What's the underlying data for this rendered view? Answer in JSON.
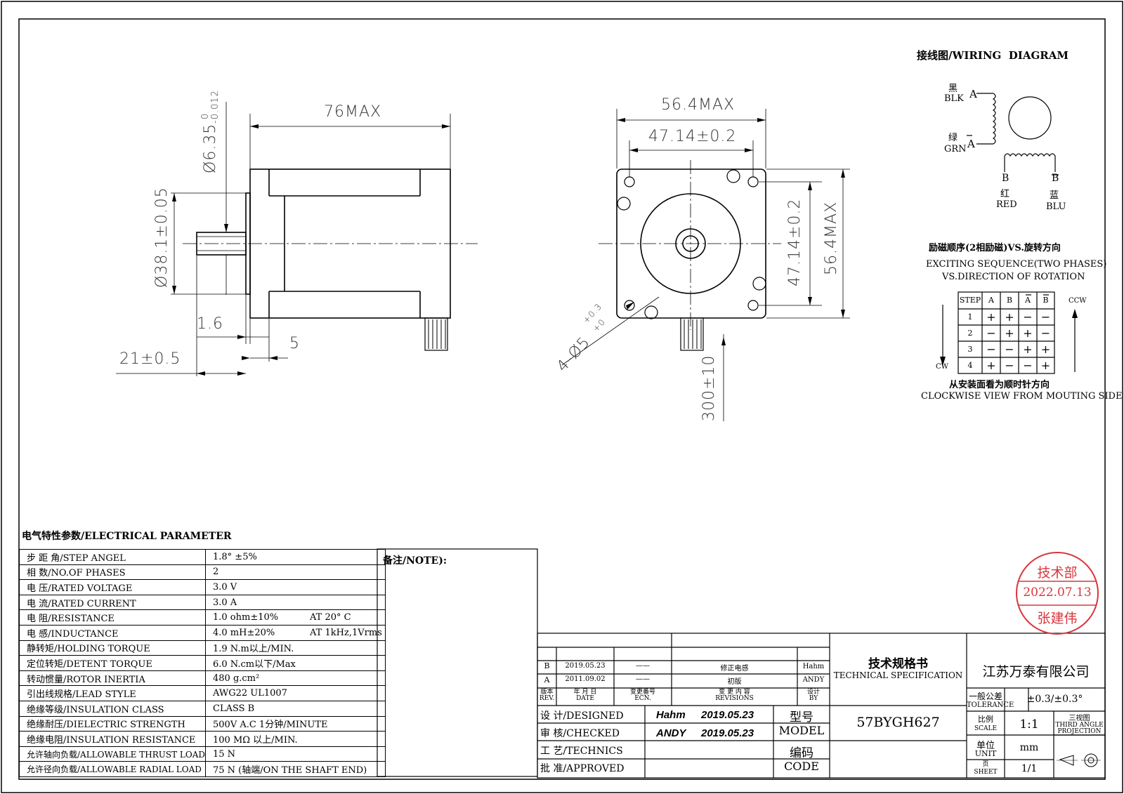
{
  "side_view": {
    "dim_length": "76MAX",
    "dim_shaft": "Ø6.35",
    "dim_shaft_tol_upper": "0",
    "dim_shaft_tol_lower": "-0.012",
    "dim_pilot": "Ø38.1±0.05",
    "dim_flange": "1.6",
    "dim_shaft_len": "21±0.5",
    "dim_pilot_len": "5"
  },
  "front_view": {
    "dim_width": "56.4MAX",
    "dim_hole_spacing": "47.14±0.2",
    "dim_hole_spacing_v": "47.14±0.2",
    "dim_height": "56.4MAX",
    "dim_holes": "4-Ø5",
    "dim_holes_tol_upper": "+0.3",
    "dim_holes_tol_lower": "+0",
    "dim_lead": "300±10"
  },
  "wiring": {
    "title": "接线图/WIRING  DIAGRAM",
    "blk_cn": "黑",
    "blk": "BLK",
    "a": "A",
    "grn_cn": "绿",
    "grn": "GRN",
    "a_bar": "A",
    "b": "B",
    "red_cn": "红",
    "red": "RED",
    "b_bar": "B",
    "blu_cn": "蓝",
    "blu": "BLU"
  },
  "sequence": {
    "title_cn": "励磁顺序(2相励磁)VS.旋转方向",
    "title_en1": "EXCITING SEQUENCE(TWO PHASES)",
    "title_en2": "VS.DIRECTION OF ROTATION",
    "headers": [
      "STEP",
      "A",
      "B",
      "A",
      "B"
    ],
    "rows": [
      [
        "1",
        "+",
        "+",
        "−",
        "−"
      ],
      [
        "2",
        "−",
        "+",
        "+",
        "−"
      ],
      [
        "3",
        "−",
        "−",
        "+",
        "+"
      ],
      [
        "4",
        "+",
        "−",
        "−",
        "+"
      ]
    ],
    "ccw": "CCW",
    "cw": "CW",
    "footer_cn": "从安装面看为顺时针方向",
    "footer_en": "CLOCKWISE VIEW FROM MOUTING SIDE"
  },
  "electrical": {
    "title": "电气特性参数/ELECTRICAL PARAMETER",
    "note_label": "备注/NOTE):",
    "rows": [
      {
        "label": "步 距 角/STEP ANGEL",
        "value": "1.8° ±5%",
        "extra": ""
      },
      {
        "label": "相    数/NO.OF PHASES",
        "value": "2",
        "extra": ""
      },
      {
        "label": "电    压/RATED VOLTAGE",
        "value": "3.0 V",
        "extra": ""
      },
      {
        "label": "电    流/RATED CURRENT",
        "value": "3.0 A",
        "extra": ""
      },
      {
        "label": "电    阻/RESISTANCE",
        "value": "1.0 ohm±10%",
        "extra": "AT 20° C"
      },
      {
        "label": "电    感/INDUCTANCE",
        "value": "4.0 mH±20%",
        "extra": "AT 1kHz,1Vrms"
      },
      {
        "label": "静转矩/HOLDING TORQUE",
        "value": "1.9 N.m以上/MIN.",
        "extra": ""
      },
      {
        "label": "定位转矩/DETENT TORQUE",
        "value": "6.0 N.cm以下/Max",
        "extra": ""
      },
      {
        "label": "转动惯量/ROTOR INERTIA",
        "value": "480 g.cm²",
        "extra": ""
      },
      {
        "label": "引出线规格/LEAD STYLE",
        "value": "AWG22 UL1007",
        "extra": ""
      },
      {
        "label": "绝缘等级/INSULATION CLASS",
        "value": "CLASS B",
        "extra": ""
      },
      {
        "label": "绝缘耐压/DIELECTRIC STRENGTH",
        "value": "500V A.C 1分钟/MINUTE",
        "extra": ""
      },
      {
        "label": "绝缘电阻/INSULATION RESISTANCE",
        "value": "100 MΩ 以上/MIN.",
        "extra": ""
      },
      {
        "label": "允许轴向负载/ALLOWABLE THRUST LOAD",
        "value": "15 N",
        "extra": ""
      },
      {
        "label": "允许径向负载/ALLOWABLE RADIAL LOAD",
        "value": "75 N (轴端/ON THE SHAFT END)",
        "extra": ""
      }
    ]
  },
  "stamp": {
    "line1": "技术部",
    "line2": "2022.07.13",
    "line3": "张建伟",
    "color": "#d9363b"
  },
  "title_block": {
    "revisions": [
      {
        "rev": "B",
        "date": "2019.05.23",
        "ecn": "——",
        "content": "修正电感",
        "by": "Hahm"
      },
      {
        "rev": "A",
        "date": "2011.09.02",
        "ecn": "——",
        "content": "初版",
        "by": "ANDY"
      }
    ],
    "rev_header": {
      "rev_cn": "版本",
      "rev": "REV.",
      "date_cn": "年 月 日",
      "date": "DATE",
      "ecn_cn": "变更番号",
      "ecn": "ECN.",
      "content_cn": "变 更 内 容",
      "content": "REVISIONS",
      "by_cn": "设计",
      "by": "BY"
    },
    "designed_label": "设 计/DESIGNED",
    "checked_label": "审 核/CHECKED",
    "technics_label": "工 艺/TECHNICS",
    "approved_label": "批 准/APPROVED",
    "designed_name": "Hahm",
    "designed_date": "2019.05.23",
    "checked_name": "ANDY",
    "checked_date": "2019.05.23",
    "model_cn": "型号",
    "model_en": "MODEL",
    "code_cn": "编码",
    "code_en": "CODE",
    "spec_cn": "技术规格书",
    "spec_en": "TECHNICAL SPECIFICATION",
    "model_value": "57BYGH627",
    "company": "江苏万泰有限公司",
    "tolerance_cn": "一般公差",
    "tolerance_en": "TOLERANCE",
    "tolerance_value": "±0.3/±0.3°",
    "scale_cn": "比例",
    "scale_en": "SCALE",
    "scale_value": "1:1",
    "unit_cn": "单位",
    "unit_en": "UNIT",
    "unit_value": "mm",
    "sheet_cn": "页",
    "sheet_en": "SHEET",
    "sheet_value": "1/1",
    "projection_cn": "三视图",
    "projection_en1": "THIRD ANGLE",
    "projection_en2": "PROJECTION"
  }
}
